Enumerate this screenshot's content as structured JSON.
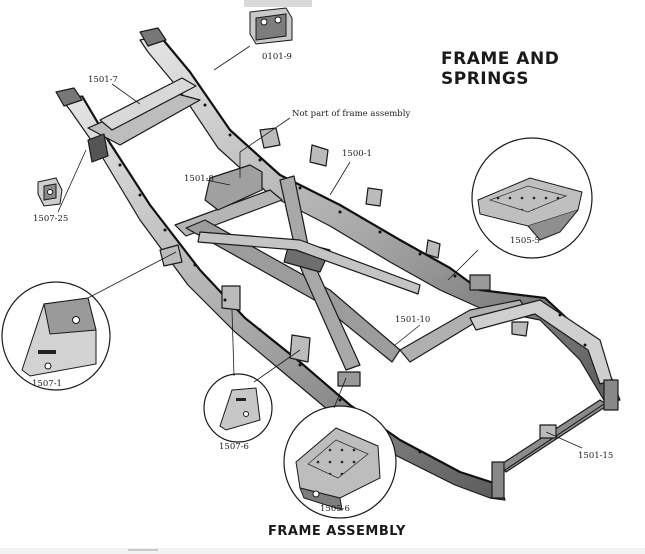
{
  "page": {
    "title": "FRAME AND SPRINGS",
    "subtitle": "FRAME ASSEMBLY",
    "note": "Not part of frame assembly"
  },
  "parts": {
    "p0101_9": "0101-9",
    "p1501_7": "1501-7",
    "p1501_8": "1501-8",
    "p1500_1": "1500-1",
    "p1507_25": "1507-25",
    "p1505_5": "1505-5",
    "p1501_10": "1501-10",
    "p1507_1": "1507-1",
    "p1507_6": "1507-6",
    "p1505_6": "1505-6",
    "p1501_15": "1501-15"
  },
  "colors": {
    "ink": "#1a1a1a",
    "metal": "#9a9a9a",
    "metal_light": "#d6d6d6",
    "paper": "#ffffff"
  }
}
